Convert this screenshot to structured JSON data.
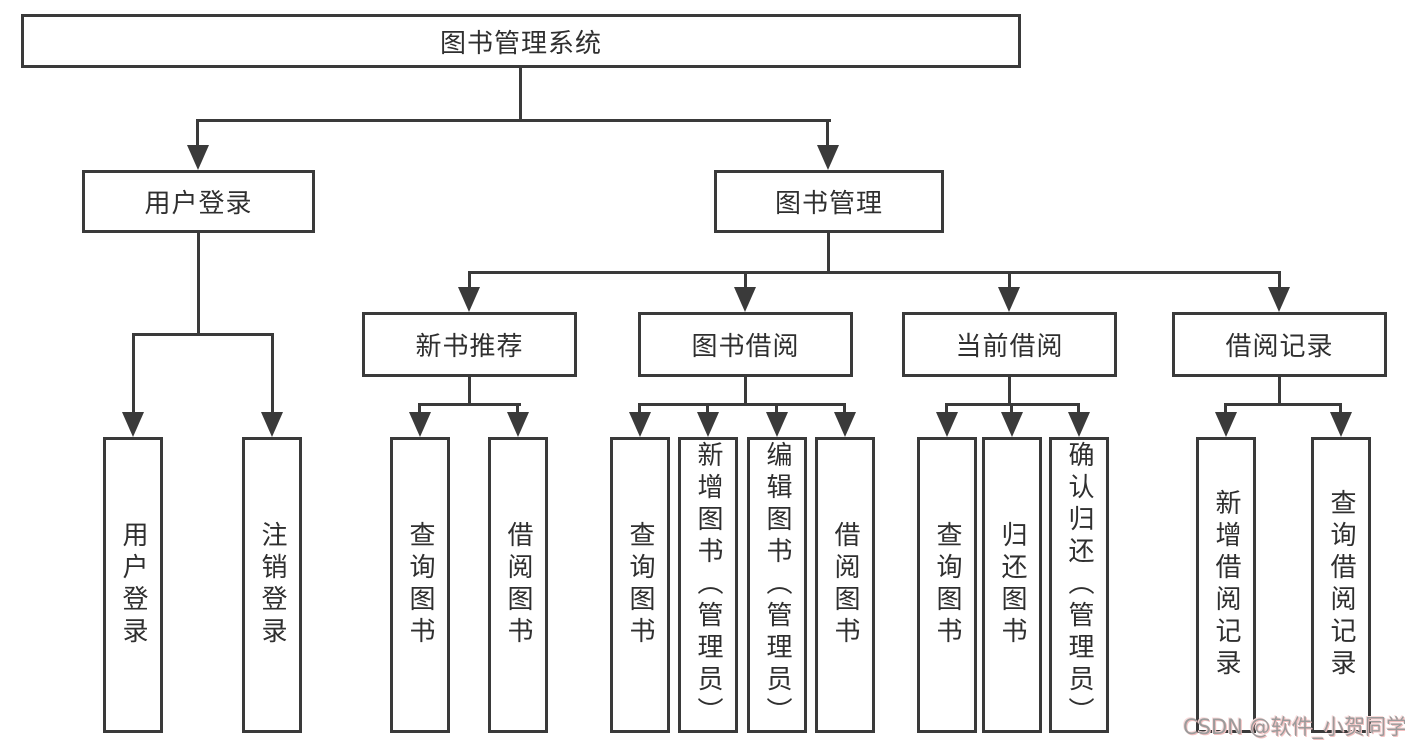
{
  "diagram_type": "hierarchy-tree",
  "root": {
    "label": "图书管理系统"
  },
  "branches": [
    {
      "label": "用户登录",
      "children": [
        {
          "label": "用户登录"
        },
        {
          "label": "注销登录"
        }
      ]
    },
    {
      "label": "图书管理",
      "children": [
        {
          "label": "新书推荐",
          "children": [
            {
              "label": "查询图书"
            },
            {
              "label": "借阅图书"
            }
          ]
        },
        {
          "label": "图书借阅",
          "children": [
            {
              "label": "查询图书"
            },
            {
              "label": "新增图书（管理员）"
            },
            {
              "label": "编辑图书（管理员）"
            },
            {
              "label": "借阅图书"
            }
          ]
        },
        {
          "label": "当前借阅",
          "children": [
            {
              "label": "查询图书"
            },
            {
              "label": "归还图书"
            },
            {
              "label": "确认归还（管理员）"
            }
          ]
        },
        {
          "label": "借阅记录",
          "children": [
            {
              "label": "新增借阅记录"
            },
            {
              "label": "查询借阅记录"
            }
          ]
        }
      ]
    }
  ],
  "watermark": {
    "text": "CSDN @软件_小贺同学"
  },
  "colors": {
    "line": "#3a3a3a",
    "box_background": "#ffffff",
    "text": "#2f2f2f",
    "watermark_text": "#9b9b9b",
    "watermark_halo": "#f2c0c0"
  },
  "icons": {
    "connector_arrow": "arrow-down-icon"
  }
}
